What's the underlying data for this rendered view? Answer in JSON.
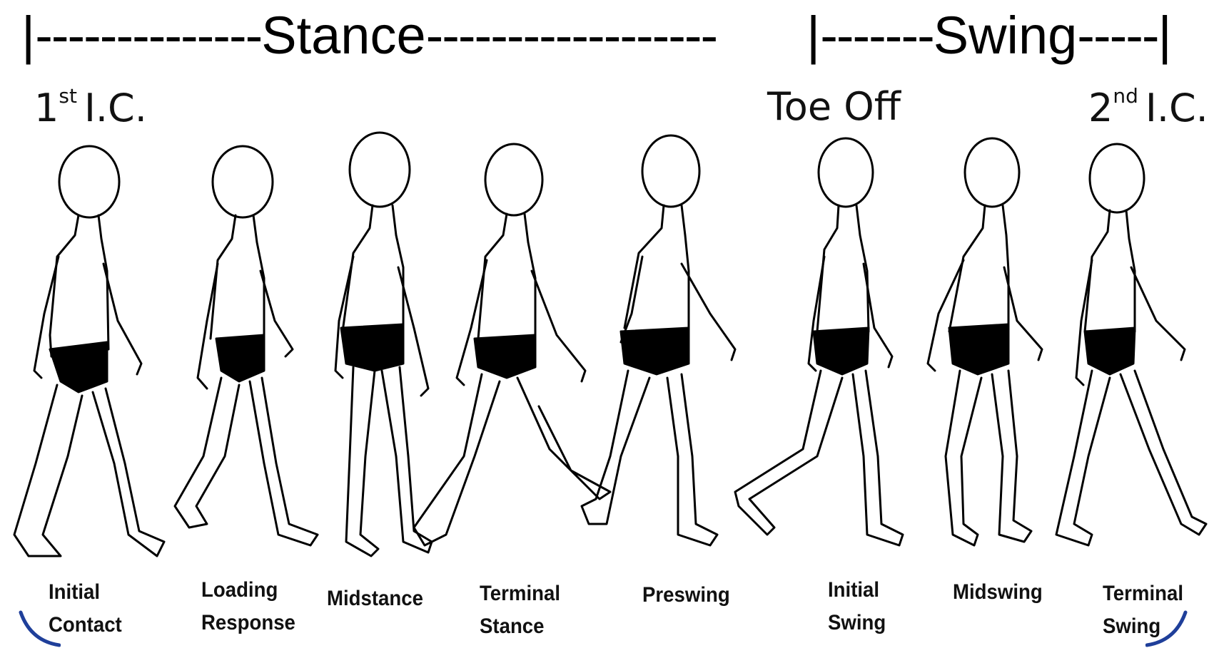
{
  "header": {
    "stance": "Stance",
    "swing": "Swing"
  },
  "events": {
    "first_ic": {
      "number": "1",
      "suffix": "st",
      "text": "I.C."
    },
    "toe_off": "Toe Off",
    "second_ic": {
      "number": "2",
      "suffix": "nd",
      "text": "I.C."
    }
  },
  "phases": [
    {
      "line1": "Initial",
      "line2": "Contact"
    },
    {
      "line1": "Loading",
      "line2": "Response"
    },
    {
      "line1": "Midstance",
      "line2": ""
    },
    {
      "line1": "Terminal",
      "line2": "Stance"
    },
    {
      "line1": "Preswing",
      "line2": ""
    },
    {
      "line1": "Initial",
      "line2": "Swing"
    },
    {
      "line1": "Midswing",
      "line2": ""
    },
    {
      "line1": "Terminal",
      "line2": "Swing"
    }
  ],
  "colors": {
    "ink": "#000000",
    "arc": "#1f3f9a",
    "background": "#ffffff"
  }
}
